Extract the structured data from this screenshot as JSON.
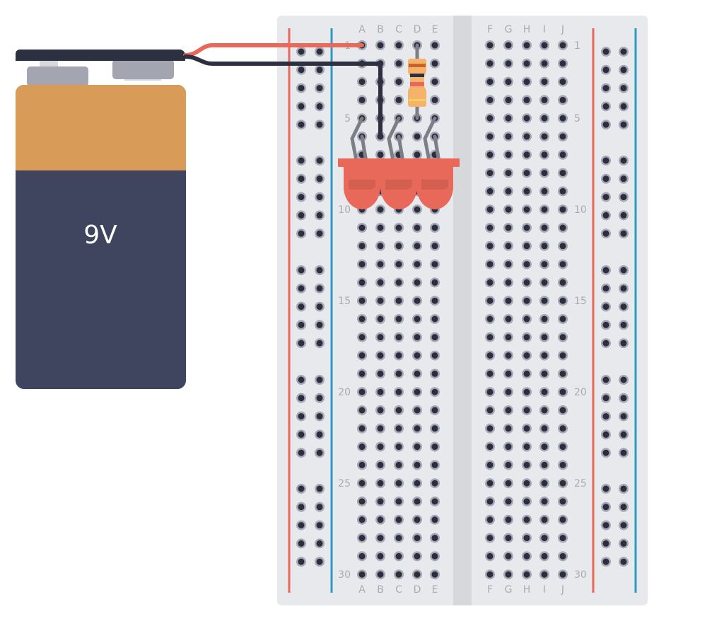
{
  "battery": {
    "label": "9V",
    "colors": {
      "top": "#d89c58",
      "body": "#3f455e",
      "clip": "#2c3040",
      "nut": "#a3a5b0",
      "post": "#d7d8dc"
    }
  },
  "breadboard": {
    "columns_left": [
      "A",
      "B",
      "C",
      "D",
      "E"
    ],
    "columns_right": [
      "F",
      "G",
      "H",
      "I",
      "J"
    ],
    "rows": 30,
    "row_labels": [
      "1",
      "5",
      "10",
      "15",
      "20",
      "25",
      "30"
    ],
    "row_label_numbers": [
      1,
      5,
      10,
      15,
      20,
      25,
      30
    ],
    "rail_groups": 5,
    "rail_holes_per_group": 5,
    "colors": {
      "board": "#e8e9ec",
      "channel": "#d7d8db",
      "hole": "#2b2e3c",
      "hole_ring": "#a6a8b5",
      "rail_positive": "#e8685a",
      "rail_negative": "#2b9ac3"
    }
  },
  "wires": [
    {
      "name": "red-wire",
      "color": "#e8685a",
      "from": "battery-positive",
      "to": "A1"
    },
    {
      "name": "black-wire",
      "color": "#2c3040",
      "from": "battery-negative",
      "to": "B6",
      "via": "B2"
    }
  ],
  "resistor": {
    "from": "D1",
    "to": "D5",
    "colors": {
      "body": "#f5b26b",
      "bands": [
        "#c6652a",
        "#2c3040",
        "#e8685a",
        "#f5d35a"
      ]
    }
  },
  "leds": {
    "count": 3,
    "color": "#e8685a",
    "shade": "#d25f4f",
    "legs_color": "#7d7f88",
    "legs": [
      {
        "anode": "A5",
        "cathode": "A6"
      },
      {
        "anode": "C5",
        "cathode": "C6"
      },
      {
        "anode": "E5",
        "cathode": "E6"
      }
    ]
  }
}
